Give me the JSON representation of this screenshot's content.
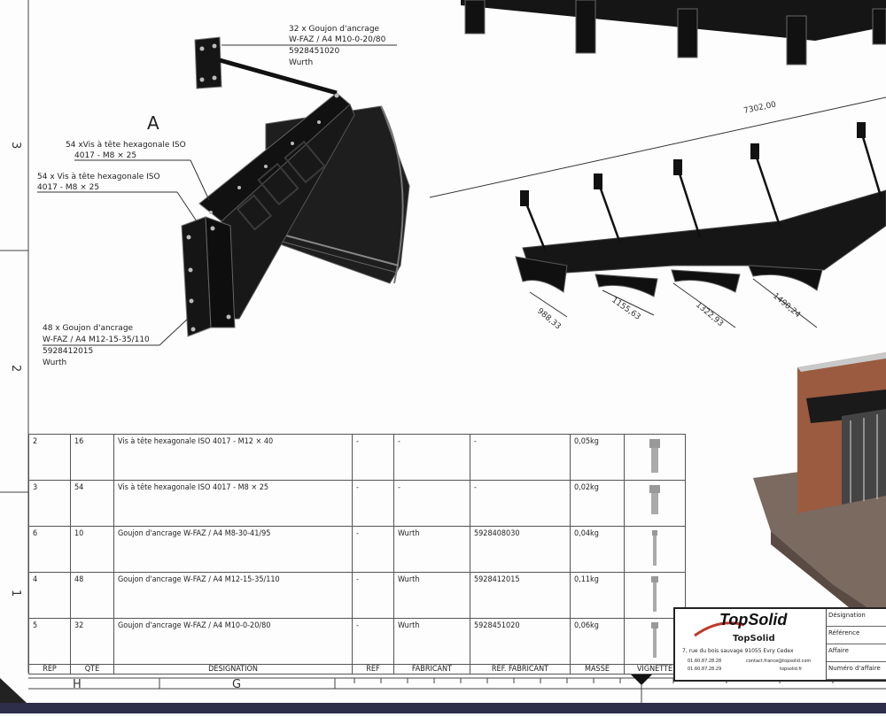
{
  "detail": {
    "letter": "A",
    "callout_1_line1": "32 x Goujon d'ancrage",
    "callout_1_line2": "W-FAZ / A4 M10-0-20/80",
    "callout_1_line3": "5928451020",
    "callout_1_line4": "Wurth",
    "callout_2_line1": "54 xVis à tête hexagonale ISO",
    "callout_2_line2": "4017 - M8 × 25",
    "callout_3_line1": "54 x Vis à tête hexagonale ISO",
    "callout_3_line2": "4017 - M8 × 25",
    "callout_4_line1": "48 x Goujon d'ancrage",
    "callout_4_line2": "W-FAZ / A4 M12-15-35/110",
    "callout_4_line3": "5928412015",
    "callout_4_line4": "Wurth"
  },
  "dimensions": {
    "overall": "7302,00",
    "d1": "988,33",
    "d2": "1155,63",
    "d3": "1322,93",
    "d4": "1490,24"
  },
  "zones": {
    "z3": "3",
    "z2": "2",
    "z1": "1",
    "colH": "H",
    "colG": "G"
  },
  "bom": {
    "headers": [
      "REP",
      "QTE",
      "DESIGNATION",
      "REF",
      "FABRICANT",
      "REF. FABRICANT",
      "MASSE",
      "VIGNETTE"
    ],
    "rows": [
      {
        "rep": "2",
        "qte": "16",
        "designation": "Vis à tête hexagonale ISO 4017 - M12 × 40",
        "ref": "-",
        "fabricant": "-",
        "ref_fabricant": "-",
        "masse": "0,05kg"
      },
      {
        "rep": "3",
        "qte": "54",
        "designation": "Vis à tête hexagonale ISO 4017 - M8 × 25",
        "ref": "-",
        "fabricant": "-",
        "ref_fabricant": "-",
        "masse": "0,02kg"
      },
      {
        "rep": "6",
        "qte": "10",
        "designation": "Goujon d'ancrage W-FAZ / A4 M8-30-41/95",
        "ref": "-",
        "fabricant": "Wurth",
        "ref_fabricant": "5928408030",
        "masse": "0,04kg"
      },
      {
        "rep": "4",
        "qte": "48",
        "designation": "Goujon d'ancrage W-FAZ / A4 M12-15-35/110",
        "ref": "-",
        "fabricant": "Wurth",
        "ref_fabricant": "5928412015",
        "masse": "0,11kg"
      },
      {
        "rep": "5",
        "qte": "32",
        "designation": "Goujon d'ancrage W-FAZ / A4 M10-0-20/80",
        "ref": "-",
        "fabricant": "Wurth",
        "ref_fabricant": "5928451020",
        "masse": "0,06kg"
      }
    ]
  },
  "titleblock": {
    "logo": "TopSolid",
    "company": "TopSolid",
    "address": "7, rue du bois sauvage 91055 Evry Cedex",
    "phone": "01.60.87.28.28",
    "email": "contact.france@topsolid.com",
    "fax": "01.60.87.28.29",
    "web": "topsolid.fr",
    "fields": [
      "Désignation",
      "Référence",
      "Affaire",
      "Numéro d'affaire"
    ]
  }
}
